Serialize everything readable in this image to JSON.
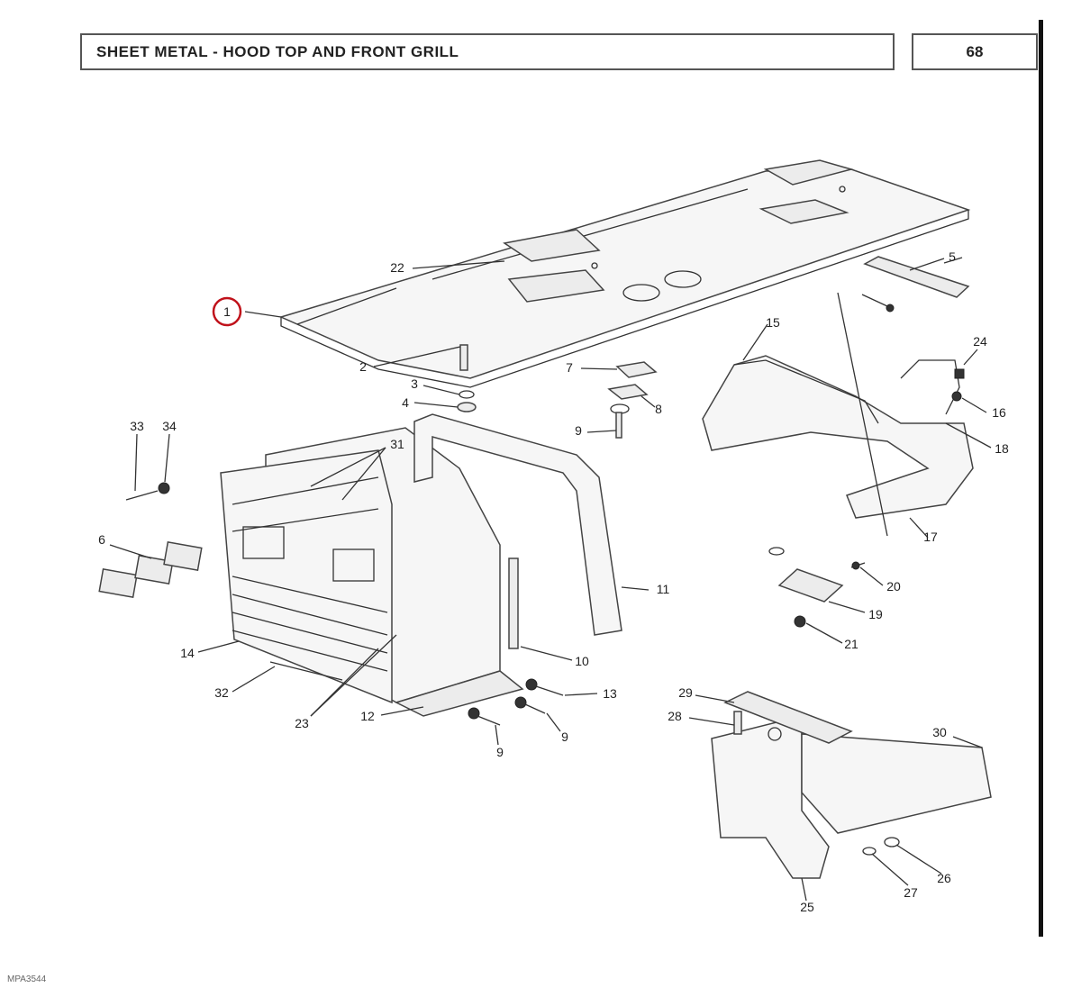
{
  "header": {
    "title": "SHEET METAL - HOOD TOP AND FRONT GRILL",
    "page_number": "68"
  },
  "footer": {
    "code": "MPA3544"
  },
  "highlight": {
    "callout": "1",
    "color": "#c0121b"
  },
  "callouts": {
    "c1": "1",
    "c2": "2",
    "c3": "3",
    "c4": "4",
    "c5": "5",
    "c6": "6",
    "c7": "7",
    "c8": "8",
    "c9a": "9",
    "c9b": "9",
    "c9c": "9",
    "c10": "10",
    "c11": "11",
    "c12": "12",
    "c13": "13",
    "c14": "14",
    "c15": "15",
    "c16": "16",
    "c17": "17",
    "c18": "18",
    "c19": "19",
    "c20": "20",
    "c21": "21",
    "c22": "22",
    "c23": "23",
    "c24": "24",
    "c25": "25",
    "c26": "26",
    "c27": "27",
    "c28": "28",
    "c29": "29",
    "c30": "30",
    "c31": "31",
    "c32": "32",
    "c33": "33",
    "c34": "34"
  }
}
